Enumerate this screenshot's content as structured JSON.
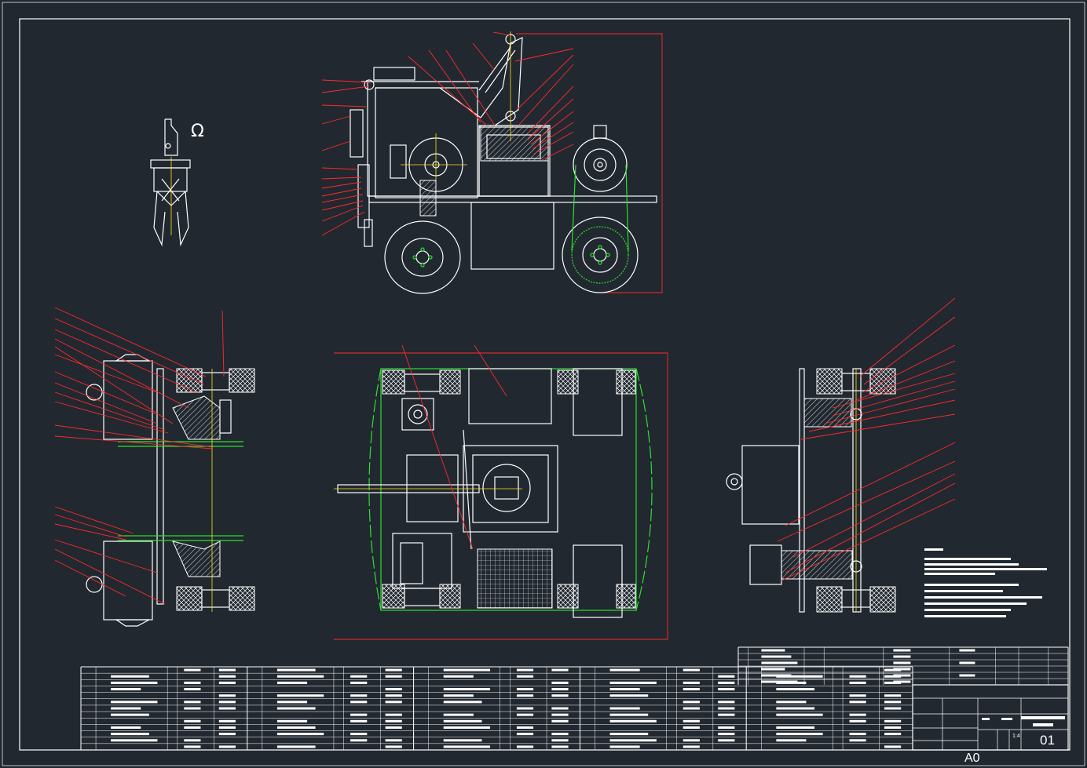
{
  "sheet": {
    "omega_symbol": "Ω",
    "sheet_size": "A0",
    "drawing_number": "01",
    "scale": "1:4"
  },
  "colors": {
    "background": "#212830",
    "outline": "#ffffff",
    "leader": "#ff2a2a",
    "belt": "#2ee02e",
    "centerline": "#ffe21a"
  }
}
